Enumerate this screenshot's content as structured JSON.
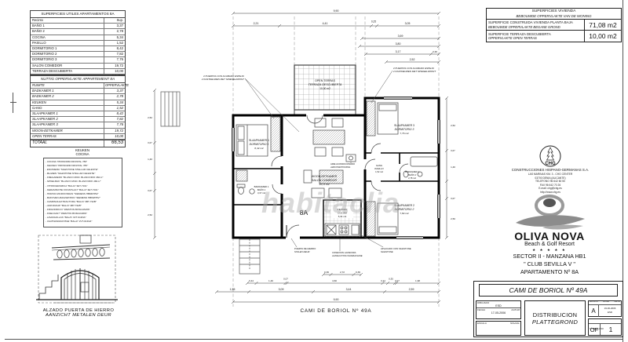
{
  "tables": {
    "utiles": {
      "title": "SUPERFICIES UTILES APARTAMENTOS 8A",
      "col_room": "Recinto",
      "col_area": "Sup.",
      "rows": [
        {
          "label": "BAÑO 1",
          "value": "3,37"
        },
        {
          "label": "BAÑO 2",
          "value": "2,78"
        },
        {
          "label": "COCINA",
          "value": "5,34"
        },
        {
          "label": "PASILLO",
          "value": "1,52"
        },
        {
          "label": "DORMITORIO 1",
          "value": "8,42"
        },
        {
          "label": "DORMITORIO 2",
          "value": "7,82"
        },
        {
          "label": "DORMITORIO 3",
          "value": "7,76"
        },
        {
          "label": "SALON COMEDOR",
          "value": "19,72"
        },
        {
          "label": "TERRAZA DESCUBIERTA",
          "value": "10,00"
        }
      ],
      "total_label": "Total",
      "total_value": "66,53"
    },
    "nuttig": {
      "title": "NUTTIG OPPERVLAKTE APPARTEMENT 8A",
      "col_room": "RUIMTE",
      "col_area": "OPPERVLAKTE",
      "rows": [
        {
          "label": "BADKAMER 1",
          "value": "3,37"
        },
        {
          "label": "BADKAMER 2",
          "value": "2,78"
        },
        {
          "label": "KEUKEN",
          "value": "5,34"
        },
        {
          "label": "GANG",
          "value": "1,52"
        },
        {
          "label": "SLAAPKAMER 1",
          "value": "8,42"
        },
        {
          "label": "SLAAPKAMER 2",
          "value": "7,82"
        },
        {
          "label": "SLAAPKAMER 3",
          "value": "7,76"
        },
        {
          "label": "WOON-EETKAMER",
          "value": "19,72"
        },
        {
          "label": "OPEN TERRAS",
          "value": "10,00"
        }
      ],
      "total_label": "TOTAAL",
      "total_value": "66,53"
    }
  },
  "kitchen_notes": {
    "title_nl": "KEUKEN",
    "title_es": "COCINA",
    "items": [
      {
        "es": "- COCINA \"PRONORM FRONTAL 786\"",
        "nl": "- KEUKEN \"PRONORM FRONTAL 786\""
      },
      {
        "es": "- ENCIMERA \"SILESTONE STELLAR CELESTE\"",
        "nl": "- BLADEN \"SILESTONE STELLAR CELESTE\""
      },
      {
        "es": "- FREGADERO \"BLANCO MOD. BLANCORIO 460-U\"",
        "nl": "- SPOELBAK \"BLANCO MOD. BLANCORIO 460-U\""
      },
      {
        "es": "- VITROCERAMICA \"BALAY 3ET-710L\"",
        "nl": "- KERAMISCHE KOOKPLAAT \"BALAY 3ET-710L\""
      },
      {
        "es": "- HORNO-MICROONDAS \"SIEMENS HB84K552\"",
        "nl": "- BAKOVEN-MAGNETRON \"SIEMENS HB84K552\""
      },
      {
        "es": "- CAMPANA EXTRACTORA \"BALAY 3BT-732B\"",
        "nl": "- AFZUIGKAP \"BALAY 3BT-732B\""
      },
      {
        "es": "- FRIGORIFICO \"WESTON BOSGVARIS\"",
        "nl": "- KOELKAST \"WESTON BOSGVARIS\""
      },
      {
        "es": "- LAVAVAJILLAS \"BALAY 3VT-913NA\"",
        "nl": "- VAATWASMACHINE \"BALAY 3VT-913NA\""
      }
    ]
  },
  "door_elevation": {
    "caption_es": "ALZADO PUERTA DE HIERRO",
    "caption_nl": "AANZICHT METALEN DEUR"
  },
  "surfaces": {
    "title_es": "SUPERFICIES VIVIENDA",
    "title_nl": "BEBOUWDE OPPERVLAKTE VAN DE WONING",
    "rows": [
      {
        "es": "SUPERFICIE CONSTRUIDA VIVIENDA PLANTA BAJA",
        "nl": "BEBOUWDE OPPERVLAKTE BEGANE GROND",
        "value": "71,08 m2"
      },
      {
        "es": "SUPERFICIE TERRAZA DESCUBIERTA",
        "nl": "OPPERVLAKTE OPEN TERRAS",
        "value": "10,00 m2"
      }
    ]
  },
  "company": {
    "logo_text": "CHG",
    "name": "CONSTRUCCIONES HISPANO-GERMANAS S.A.",
    "addr1": "LAS MARINAS KM. 3 - CHG CENTER",
    "addr2": "03700 DENIA (ALICANTE)",
    "tel": "TELEFONO 96 642 60 50",
    "fax": "FAX 96 642 70 26",
    "email": "E-mail: chg@chg.es",
    "web": "http://www.chg.es"
  },
  "resort": {
    "name": "OLIVA NOVA",
    "tagline": "Beach & Golf Resort",
    "stars": "★ ★ ★ ★ ★",
    "sector": "SECTOR II - MANZANA HB1",
    "club": "\" CLUB SEVILLA V \"",
    "apartment": "APARTAMENTO Nº 8A"
  },
  "title_block": {
    "street": "CAMI DE BORIOL Nº 49A",
    "drawn_label": "DIBUJADO",
    "drawn_by": "ESD",
    "date_label_es": "FECHA",
    "date_label_nl": "DATUM",
    "date": "17-05-2006",
    "scale_label_es": "ESCALA",
    "scale_label_nl": "SCHAAL",
    "title_es": "DISTRIBUCION",
    "title_nl": "PLATTEGROND",
    "rev_label": "REVISION",
    "rev_fecha": "FECHA",
    "rev_datum": "DATUM",
    "rev": "A",
    "rev_date": "19-06-2006",
    "rev_by": "ESD",
    "plano_label": "Nº DE PLANO",
    "plano_prefix": "OF",
    "plano_num": "1"
  },
  "plan": {
    "unit": "8A",
    "street": "CAMI DE BORIOL Nº 49A",
    "watermark": "habitaclia",
    "rooms": {
      "terrace": {
        "nl": "OPEN TERRAS",
        "es": "TERRAZA DESCUBIERTA",
        "area": "10,00 m2"
      },
      "bedroom1": {
        "nl": "SLAAPKAMER 1",
        "es": "DORMITORIO 1",
        "area": "8,42 m2"
      },
      "bedroom2": {
        "nl": "SLAAPKAMER 2",
        "es": "DORMITORIO 2",
        "area": "7,82 m2"
      },
      "bedroom3": {
        "nl": "SLAAPKAMER 3",
        "es": "DORMITORIO 3",
        "area": "7,76 m2"
      },
      "living": {
        "nl": "WOON-EETKAMER",
        "es": "SALON COMEDOR",
        "area": "19,72 m2"
      },
      "kitchen": {
        "nl": "KEUKEN",
        "es": "COCINA",
        "area": "5,34 m2"
      },
      "bath1": {
        "nl": "BADKAMER 1",
        "es": "BAÑO 1",
        "area": "3,37 m2"
      },
      "bath2": {
        "nl": "BADKAMER 2",
        "es": "BAÑO 2",
        "area": "2,78 m2"
      },
      "hall": {
        "nl": "GANG",
        "es": "PASILLO",
        "area": "1,52 m2"
      }
    },
    "annotations": {
      "mirror_doors_es": "2 PUERTAS CON ACABADO ESPEJO",
      "mirror_doors_nl": "2 KASTDEUREN MET SPIEGELFRONT",
      "aircon_es": "AIRE ACONDICIONADO",
      "aircon_nl": "AIRCONDITIONING",
      "iron_door_es": "PUERTA DE HIERRO",
      "iron_door_nl": "STALEN DEUR",
      "washer_es": "CONEXION LAVADORA",
      "washer_nl": "AANSLUITING WASMACHINE",
      "cladding_es": "APLACADO CON SILESTONE",
      "cladding_nl": "SILESTONE"
    },
    "dims": {
      "top_total": "9,90",
      "top_row": [
        "2,21",
        "4,41",
        "0,25",
        "3,05"
      ],
      "top_right_stack": [
        "3,69",
        "3,80",
        "3,17",
        "0,36",
        "2,52"
      ],
      "kitchen_row": [
        "0,36",
        "2,72",
        "0,36"
      ],
      "bottom_row1": [
        "0,44",
        "1,40",
        "0,07",
        "4,60",
        "0,24",
        "0,35",
        "0,07",
        "1,98"
      ],
      "bottom_row2": [
        "1,55",
        "3,09",
        "3,44",
        "2,59"
      ],
      "bottom_total": "9,90",
      "left_chain": [
        "2,52",
        "0,07",
        "1,40",
        "0,07",
        "2,52"
      ],
      "right_chain": [
        "2,52",
        "0,07",
        "1,40",
        "0,07",
        "2,50"
      ]
    }
  }
}
